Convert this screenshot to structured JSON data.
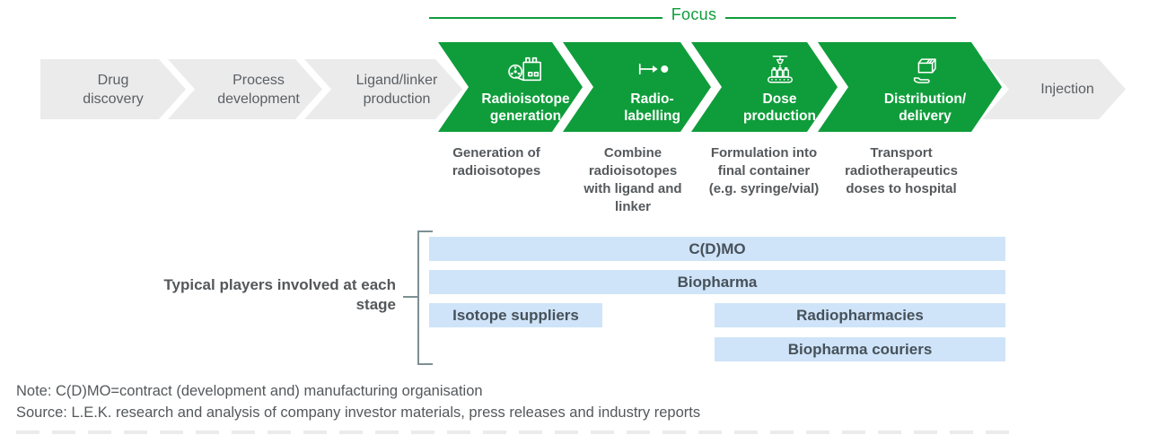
{
  "colors": {
    "focus_green": "#0f9d3b",
    "chevron_gray": "#ebebec",
    "bar_blue": "#cfe4f8",
    "text_dark": "#54585b"
  },
  "focus_header": {
    "label": "Focus"
  },
  "stages": {
    "pre": [
      {
        "label": "Drug discovery"
      },
      {
        "label": "Process development"
      },
      {
        "label": "Ligand/linker production"
      }
    ],
    "focus": [
      {
        "line1": "Radioisotope",
        "line2": "generation",
        "icon": "radioisotope-factory-icon",
        "description": "Generation of radioisotopes"
      },
      {
        "line1": "Radio-",
        "line2": "labelling",
        "icon": "arrow-to-dot-icon",
        "description": "Combine radioisotopes with ligand and linker"
      },
      {
        "line1": "Dose",
        "line2": "production",
        "icon": "vial-filling-machine-icon",
        "description": "Formulation into final container (e.g. syringe/vial)"
      },
      {
        "line1": "Distribution/",
        "line2": "delivery",
        "icon": "package-in-hand-icon",
        "description": "Transport radiotherapeutics doses to hospital"
      }
    ],
    "post": [
      {
        "label": "Injection"
      }
    ]
  },
  "players": {
    "label": "Typical players involved at each stage",
    "bars": [
      {
        "label": "C(D)MO"
      },
      {
        "label": "Biopharma"
      },
      {
        "label": "Isotope suppliers"
      },
      {
        "label": "Radiopharmacies"
      },
      {
        "label": "Biopharma couriers"
      }
    ]
  },
  "footnotes": {
    "note": "Note: C(D)MO=contract (development and) manufacturing organisation",
    "source": "Source: L.E.K. research and analysis of company investor materials, press releases and industry reports"
  }
}
